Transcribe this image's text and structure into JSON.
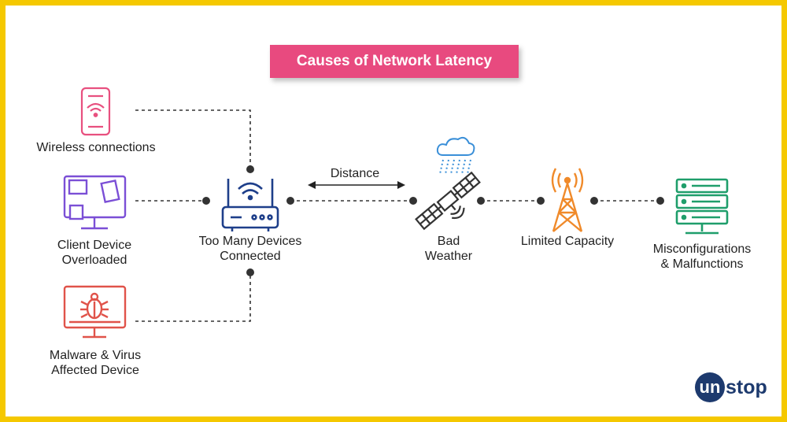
{
  "title": "Causes of Network Latency",
  "labels": {
    "wireless": "Wireless connections",
    "client_1": "Client Device",
    "client_2": "Overloaded",
    "malware_1": "Malware & Virus",
    "malware_2": "Affected Device",
    "router_1": "Too Many Devices",
    "router_2": "Connected",
    "distance": "Distance",
    "weather_1": "Bad",
    "weather_2": "Weather",
    "capacity": "Limited Capacity",
    "misconfig_1": "Misconfigurations",
    "misconfig_2": "& Malfunctions"
  },
  "logo": {
    "mark": "un",
    "rest": "stop"
  },
  "colors": {
    "frame": "#f5c800",
    "title_bg": "#e84a7f",
    "phone": "#e8507f",
    "client": "#7b4fd6",
    "malware": "#e0534a",
    "router": "#1e3f8a",
    "satellite": "#333333",
    "cloud": "#3a8fd8",
    "tower": "#f08a2a",
    "server": "#1f9e6b",
    "logo": "#1d3a6e"
  },
  "icons": [
    "wifi-phone-icon",
    "client-monitor-icon",
    "malware-monitor-icon",
    "router-icon",
    "satellite-icon",
    "rain-cloud-icon",
    "cell-tower-icon",
    "server-icon"
  ]
}
